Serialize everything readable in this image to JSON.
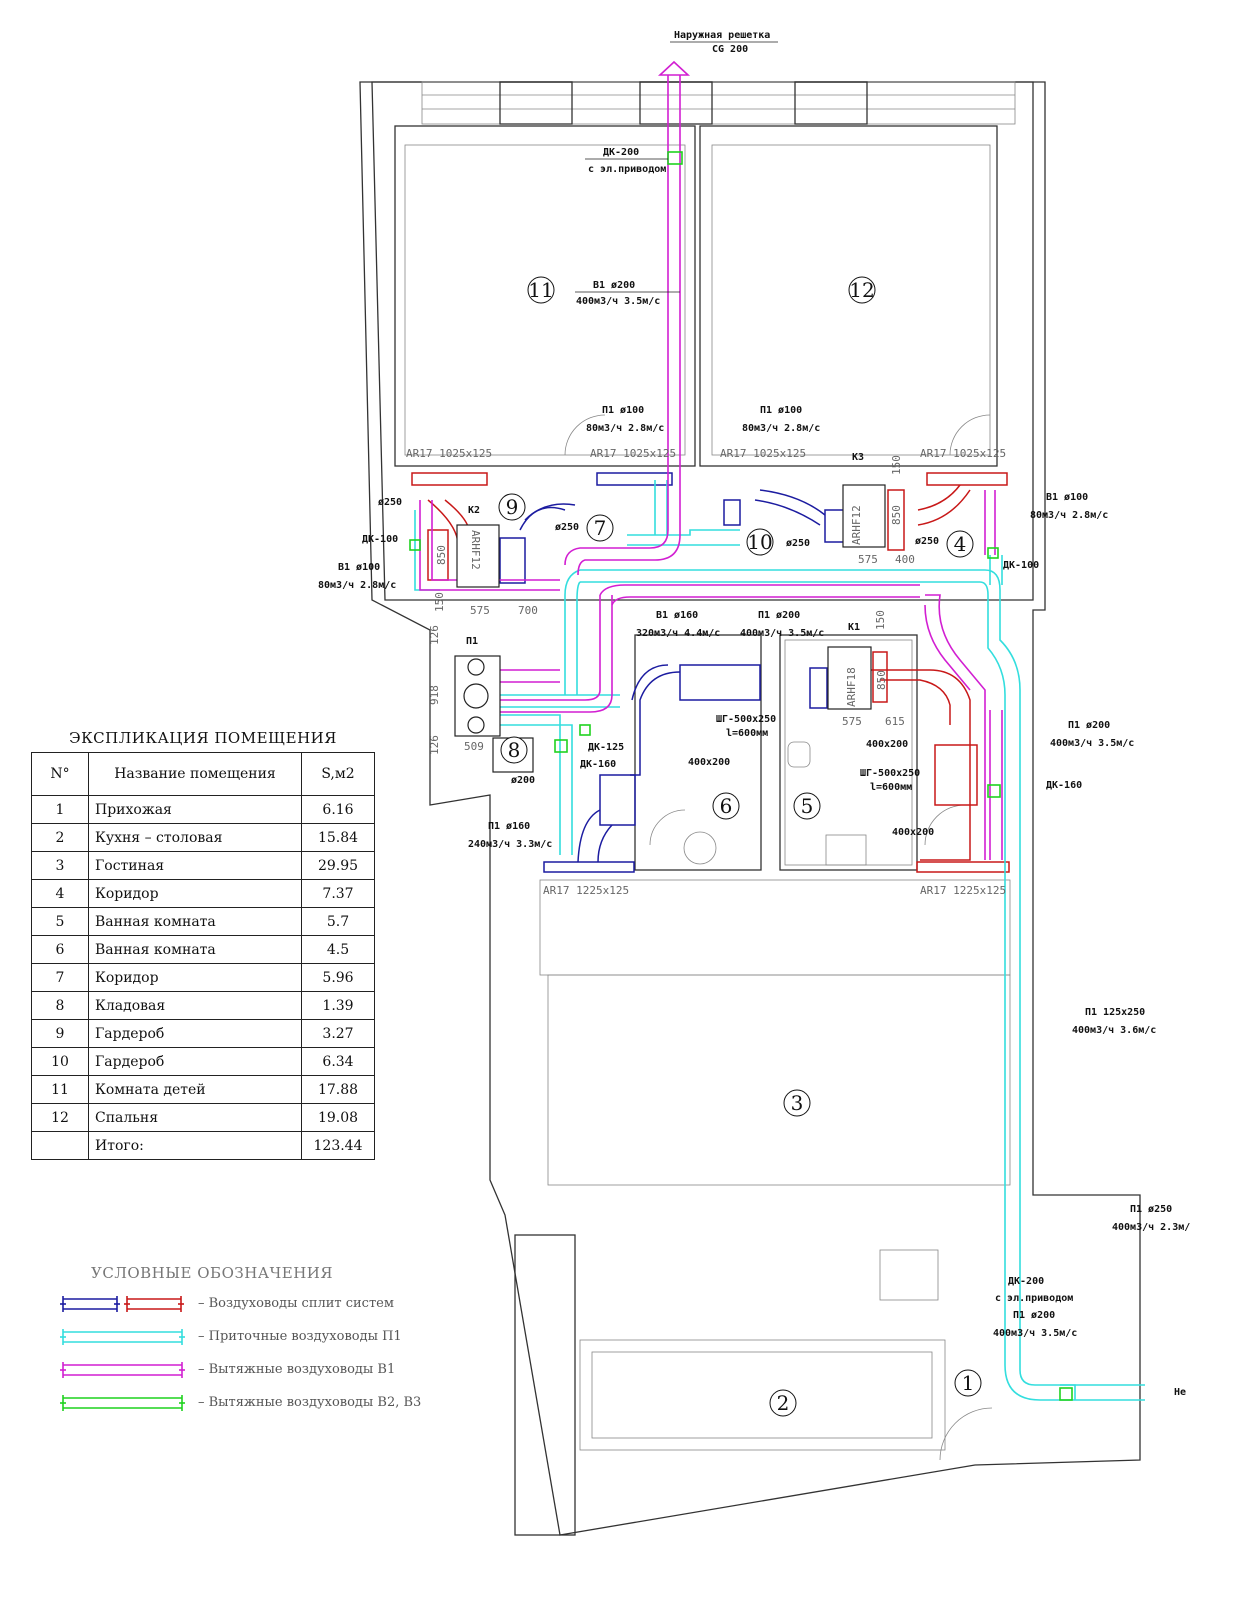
{
  "title": "ЭКСПЛИКАЦИЯ ПОМЕЩЕНИЯ",
  "table": {
    "headers": [
      "N°",
      "Название помещения",
      "S,м2"
    ],
    "rows": [
      {
        "n": "1",
        "name": "Прихожая",
        "area": "6.16"
      },
      {
        "n": "2",
        "name": "Кухня – столовая",
        "area": "15.84"
      },
      {
        "n": "3",
        "name": "Гостиная",
        "area": "29.95"
      },
      {
        "n": "4",
        "name": "Коридор",
        "area": "7.37"
      },
      {
        "n": "5",
        "name": "Ванная комната",
        "area": "5.7"
      },
      {
        "n": "6",
        "name": "Ванная комната",
        "area": "4.5"
      },
      {
        "n": "7",
        "name": "Коридор",
        "area": "5.96"
      },
      {
        "n": "8",
        "name": "Кладовая",
        "area": "1.39"
      },
      {
        "n": "9",
        "name": "Гардероб",
        "area": "3.27"
      },
      {
        "n": "10",
        "name": "Гардероб",
        "area": "6.34"
      },
      {
        "n": "11",
        "name": "Комната детей",
        "area": "17.88"
      },
      {
        "n": "12",
        "name": "Спальня",
        "area": "19.08"
      }
    ],
    "total_label": "Итого:",
    "total_value": "123.44"
  },
  "legend": {
    "title": "УСЛОВНЫЕ ОБОЗНАЧЕНИЯ",
    "items": [
      {
        "label": "– Воздуховоды сплит систем",
        "colors": [
          "#1c1ca0",
          "#c81818"
        ]
      },
      {
        "label": "– Приточные воздуховоды П1",
        "colors": [
          "#33dede"
        ]
      },
      {
        "label": "– Вытяжные воздуховоды В1",
        "colors": [
          "#d21fd2"
        ]
      },
      {
        "label": "– Вытяжные воздуховоды В2, В3",
        "colors": [
          "#1fd21f"
        ]
      }
    ]
  },
  "colors": {
    "split_blue": "#1c1ca0",
    "split_red": "#c81818",
    "supply": "#33dede",
    "exhaust": "#d21fd2",
    "exhaust2": "#1fd21f"
  },
  "rooms": [
    "1",
    "2",
    "3",
    "4",
    "5",
    "6",
    "7",
    "8",
    "9",
    "10",
    "11",
    "12"
  ],
  "annotations": {
    "grille_name": "Наружная решетка",
    "grille_model": "CG 200",
    "dk200_top": "ДК-200",
    "dk200_top_sub": "с эл.приводом",
    "v1_200": "В1 ø200",
    "v1_200_flow": "400м3/ч 3.5м/с",
    "p1_100_a": "П1 ø100",
    "p1_100_a_flow": "80м3/ч 2.8м/с",
    "p1_100_b": "П1 ø100",
    "p1_100_b_flow": "80м3/ч 2.8м/с",
    "ar17_a": "AR17 1025x125",
    "ar17_b": "AR17 1025x125",
    "ar17_c": "AR17 1025x125",
    "ar17_d": "AR17 1025x125",
    "k3": "К3",
    "k2": "К2",
    "k1": "К1",
    "p1": "П1",
    "arhf12_a": "ARHF12",
    "arhf12_b": "ARHF12",
    "arhf18": "ARHF18",
    "d250_a": "ø250",
    "d250_b": "ø250",
    "d250_c": "ø250",
    "d250_d": "ø250",
    "dk100_a": "ДК-100",
    "dk100_b": "ДК-100",
    "v1_100_a": "В1 ø100",
    "v1_100_a_flow": "80м3/ч 2.8м/с",
    "v1_100_b": "В1 ø100",
    "v1_100_b_flow": "80м3/ч 2.8м/с",
    "v1_160": "В1 ø160",
    "v1_160_flow": "320м3/ч 4.4м/с",
    "p1_200_a": "П1 ø200",
    "p1_200_a_flow": "400м3/ч 3.5м/с",
    "p1_200_b": "П1 ø200",
    "p1_200_b_flow": "400м3/ч 3.5м/с",
    "p1_200_c": "П1 ø200",
    "p1_200_c_flow": "400м3/ч 3.5м/с",
    "dim_850_a": "850",
    "dim_850_b": "850",
    "dim_850_c": "850",
    "dim_575_a": "575",
    "dim_575_b": "575",
    "dim_575_c": "575",
    "dim_400": "400",
    "dim_700": "700",
    "dim_615": "615",
    "dim_150_a": "150",
    "dim_150_b": "150",
    "dim_150_c": "150",
    "dim_126_a": "126",
    "dim_126_b": "126",
    "dim_918": "918",
    "dim_509": "509",
    "shg_a": "ШГ-500x250",
    "shg_a_l": "l=600мм",
    "shg_b": "ШГ-500x250",
    "shg_b_l": "l=600мм",
    "s400x200_a": "400x200",
    "s400x200_b": "400x200",
    "s400x200_c": "400x200",
    "dk125": "ДК-125",
    "dk160_a": "ДК-160",
    "dk160_b": "ДК-160",
    "d200": "ø200",
    "p1_160": "П1 ø160",
    "p1_160_flow": "240м3/ч 3.3м/с",
    "ar17_e": "AR17 1225x125",
    "ar17_f": "AR17 1225x125",
    "p1_125x250": "П1 125x250",
    "p1_125x250_flow": "400м3/ч 3.6м/с",
    "p1_250": "П1 ø250",
    "p1_250_flow": "400м3/ч 2.3м/",
    "ne": "Не",
    "dk200_bot": "ДК-200",
    "dk200_bot_sub": "с эл.приводом"
  }
}
